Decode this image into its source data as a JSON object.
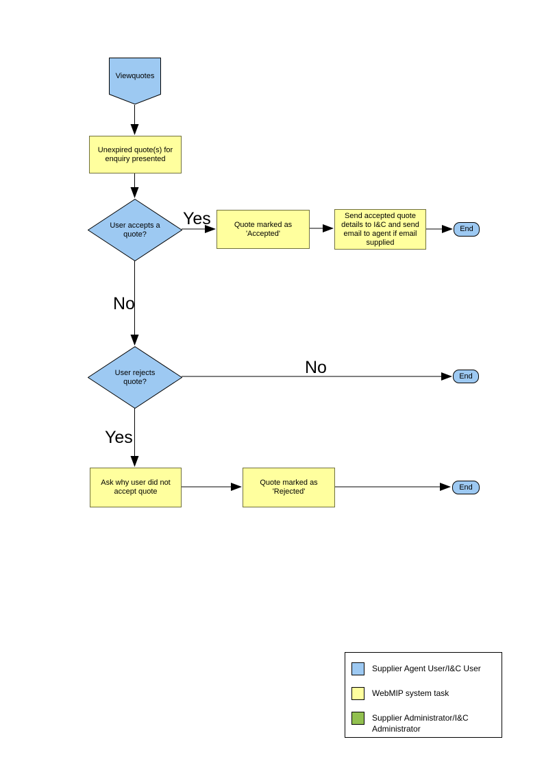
{
  "diagram": {
    "type": "flowchart",
    "nodes": {
      "start": {
        "label": "Viewquotes",
        "shape": "pentagon",
        "color": "#9DC9F2"
      },
      "present_quotes": {
        "label": "Unexpired quote(s) for enquiry presented",
        "shape": "process",
        "color": "#FFFF9E"
      },
      "accept_decision": {
        "label": "User accepts a quote?",
        "shape": "decision",
        "color": "#9DC9F2"
      },
      "mark_accepted": {
        "label": "Quote  marked as 'Accepted'",
        "shape": "process",
        "color": "#FFFF9E"
      },
      "send_details": {
        "label": "Send accepted quote details to I&C and send email to agent if email supplied",
        "shape": "process",
        "color": "#FFFF9E"
      },
      "end_accepted": {
        "label": "End",
        "shape": "terminator",
        "color": "#9DC9F2"
      },
      "reject_decision": {
        "label": "User rejects quote?",
        "shape": "decision",
        "color": "#9DC9F2"
      },
      "end_not_rejected": {
        "label": "End",
        "shape": "terminator",
        "color": "#9DC9F2"
      },
      "ask_why": {
        "label": "Ask why user did not accept quote",
        "shape": "process",
        "color": "#FFFF9E"
      },
      "mark_rejected": {
        "label": "Quote  marked as 'Rejected'",
        "shape": "process",
        "color": "#FFFF9E"
      },
      "end_rejected": {
        "label": "End",
        "shape": "terminator",
        "color": "#9DC9F2"
      }
    },
    "edge_labels": {
      "accept_yes": "Yes",
      "accept_no": "No",
      "reject_no": "No",
      "reject_yes": "Yes"
    }
  },
  "legend": {
    "items": [
      {
        "label": "Supplier Agent User/I&C User",
        "color": "#9DC9F2"
      },
      {
        "label": "WebMIP system task",
        "color": "#FFFF9E"
      },
      {
        "label": "Supplier Administrator/I&C Administrator",
        "color": "#92C050"
      }
    ]
  },
  "colors": {
    "actor_fill": "#9DC9F2",
    "task_fill": "#FFFF9E",
    "admin_fill": "#92C050",
    "task_border": "#70703C",
    "line": "#000000"
  }
}
